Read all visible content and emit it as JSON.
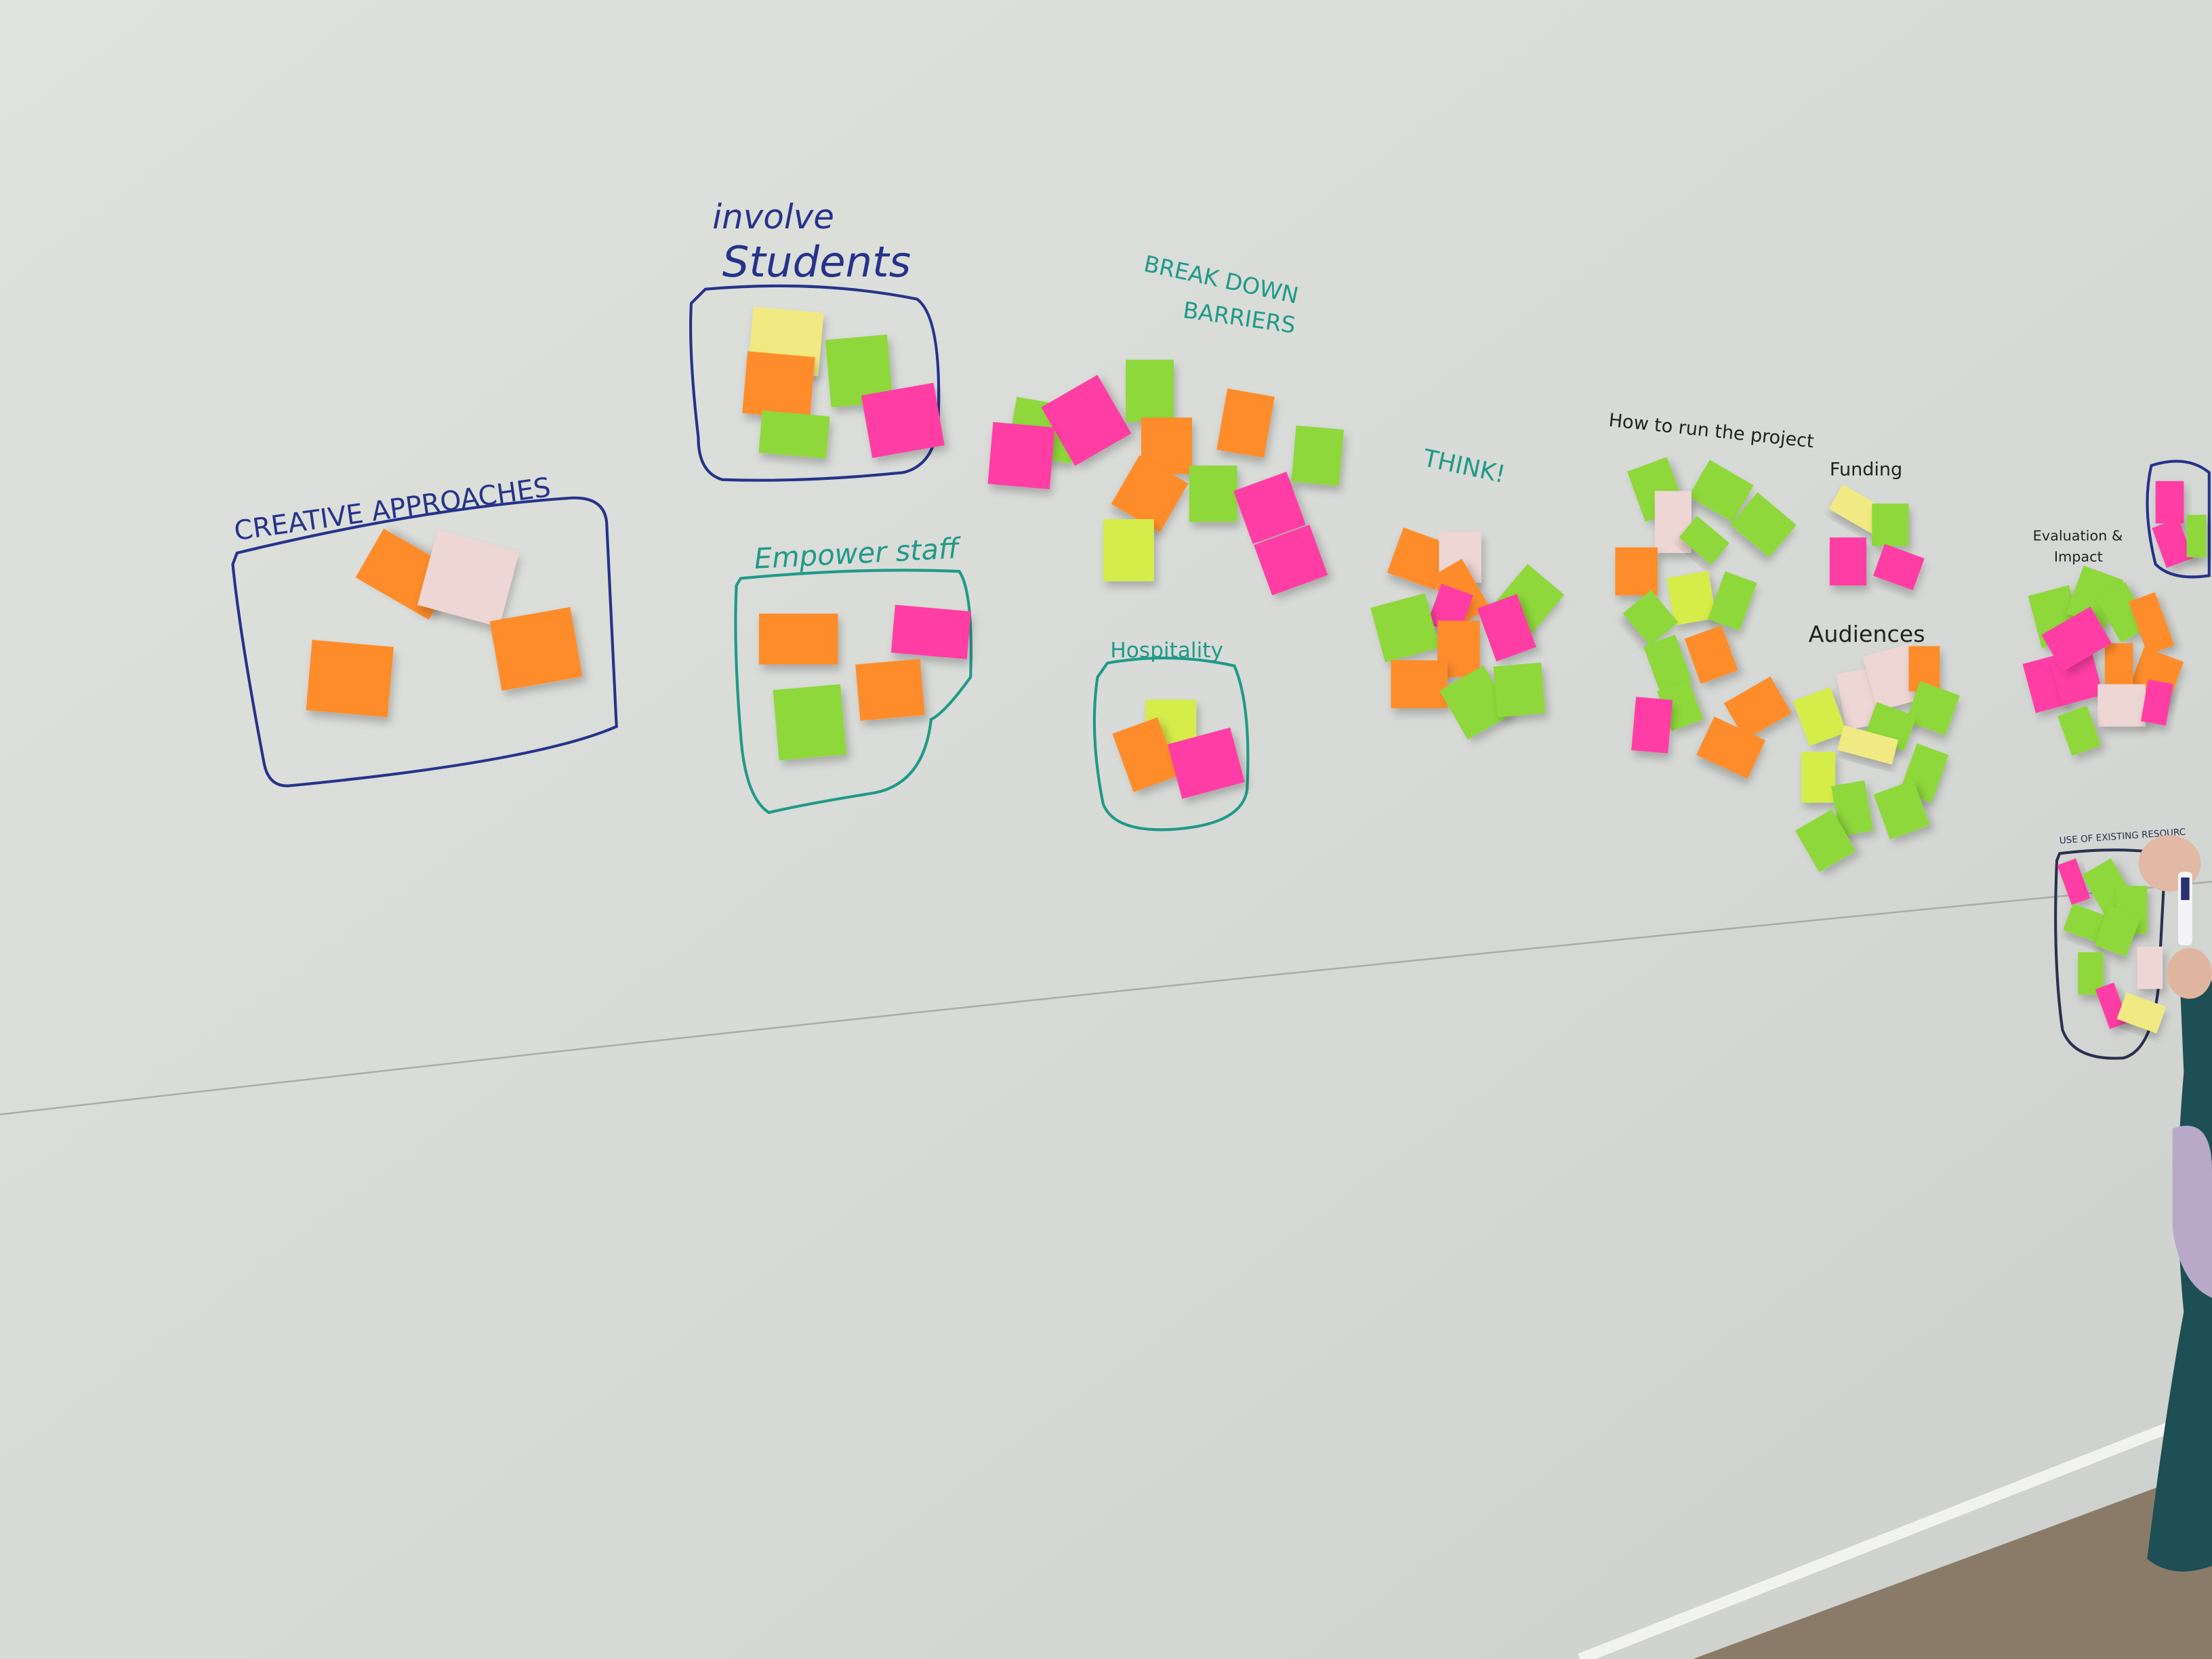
{
  "labels": {
    "creative": "CREATIVE APPROACHES",
    "involve_1": "involve",
    "involve_2": "Students",
    "barriers_1": "BREAK DOWN",
    "barriers_2": "BARRIERS",
    "empower": "Empower staff",
    "hospitality": "Hospitality",
    "think": "THINK!",
    "how_to_run": "How to run the project",
    "funding": "Funding",
    "audiences": "Audiences",
    "evaluation_1": "Evaluation &",
    "evaluation_2": "Impact",
    "existing": "USE OF EXISTING RESOURC"
  },
  "colors": {
    "wall": "#dcdeda",
    "blue_marker": "#25338a",
    "teal_marker": "#1f9a88",
    "black_marker": "#222222",
    "orange": "#ff8c2a",
    "pink": "#ff3ea4",
    "green": "#8ed83a",
    "lime": "#d6ec48",
    "yellow": "#f1ea82",
    "paper": "#eed6d4"
  }
}
